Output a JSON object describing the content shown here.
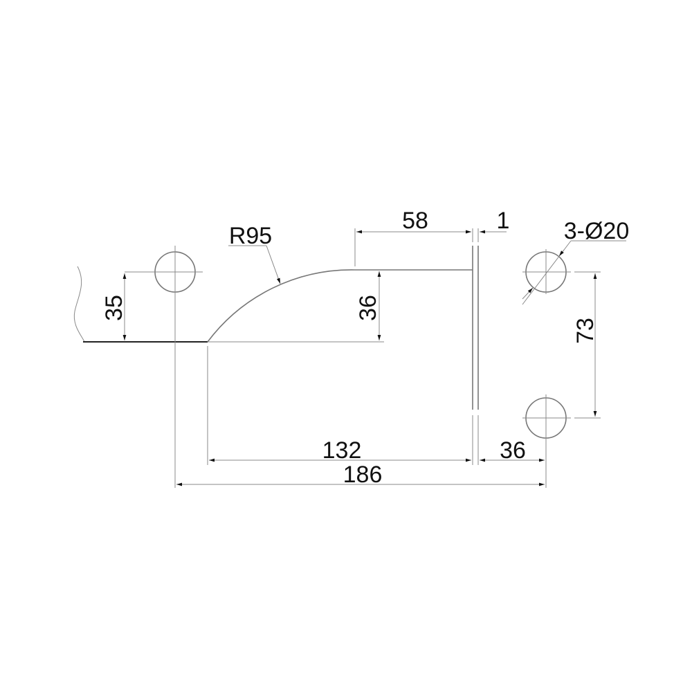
{
  "drawing": {
    "radius_label": "R95",
    "dim_top_length": "58",
    "dim_plate_thickness": "1",
    "hole_label": "3-Ø20",
    "dim_left_height": "35",
    "dim_step_height": "36",
    "dim_hole_spacing": "73",
    "dim_bottom_length": "132",
    "dim_hole_offset": "36",
    "dim_overall_length": "186"
  },
  "colors": {
    "line": "#777777",
    "text": "#111111"
  }
}
